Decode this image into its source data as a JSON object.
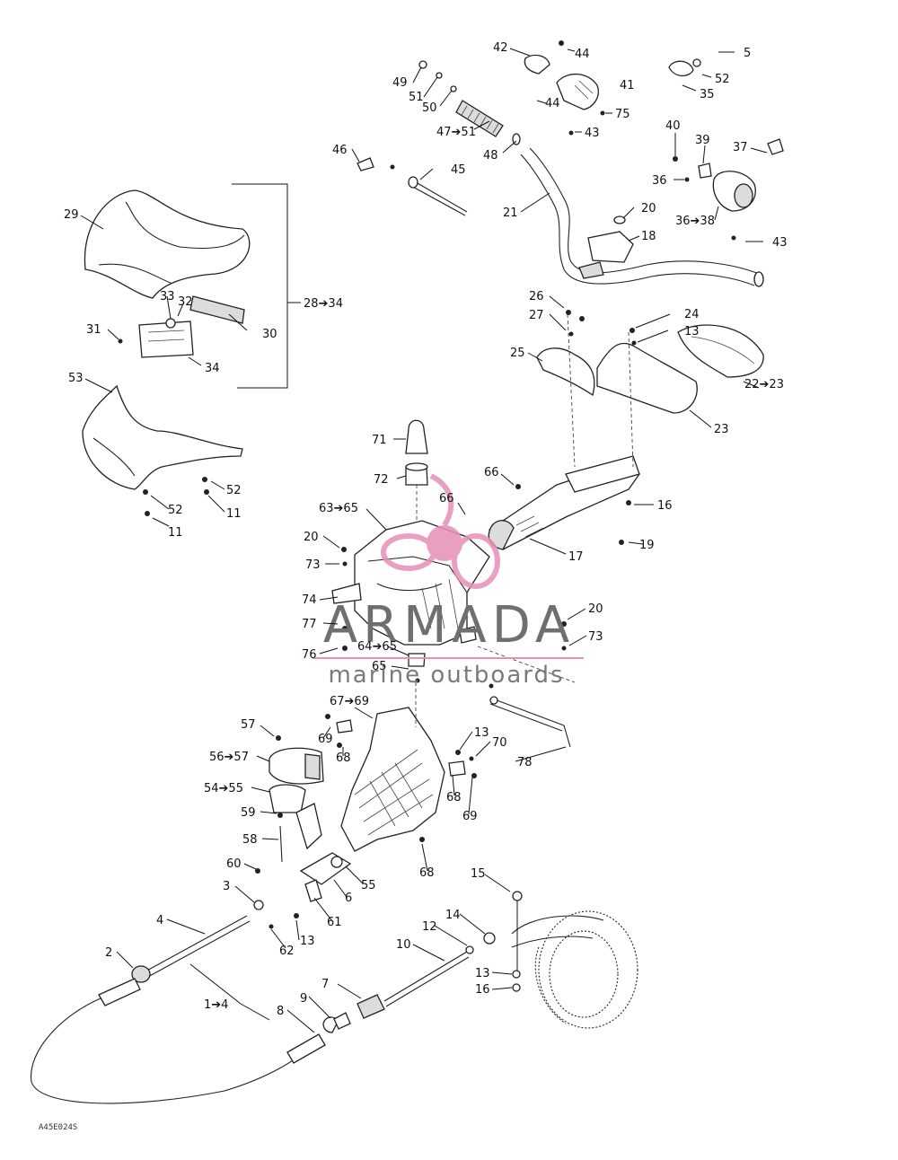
{
  "watermark": {
    "brand": "ARMADA",
    "tagline": "marine outboards",
    "brand_color": "#6f6f6f",
    "accent_color": "#e68fb8"
  },
  "figure_code": "A45E024S",
  "callouts": [
    {
      "id": "l-42",
      "text": "42"
    },
    {
      "id": "l-44a",
      "text": "44"
    },
    {
      "id": "l-5",
      "text": "5"
    },
    {
      "id": "l-49",
      "text": "49"
    },
    {
      "id": "l-41",
      "text": "41"
    },
    {
      "id": "l-52a",
      "text": "52"
    },
    {
      "id": "l-51",
      "text": "51"
    },
    {
      "id": "l-35",
      "text": "35"
    },
    {
      "id": "l-50",
      "text": "50"
    },
    {
      "id": "l-44b",
      "text": "44"
    },
    {
      "id": "l-75",
      "text": "75"
    },
    {
      "id": "l-4751",
      "text": "47➔51"
    },
    {
      "id": "l-43a",
      "text": "43"
    },
    {
      "id": "l-40",
      "text": "40"
    },
    {
      "id": "l-39",
      "text": "39"
    },
    {
      "id": "l-37",
      "text": "37"
    },
    {
      "id": "l-46",
      "text": "46"
    },
    {
      "id": "l-48",
      "text": "48"
    },
    {
      "id": "l-45",
      "text": "45"
    },
    {
      "id": "l-36",
      "text": "36"
    },
    {
      "id": "l-21",
      "text": "21"
    },
    {
      "id": "l-20a",
      "text": "20"
    },
    {
      "id": "l-3638",
      "text": "36➔38"
    },
    {
      "id": "l-29",
      "text": "29"
    },
    {
      "id": "l-18",
      "text": "18"
    },
    {
      "id": "l-43b",
      "text": "43"
    },
    {
      "id": "l-2834",
      "text": "28➔34"
    },
    {
      "id": "l-33",
      "text": "33"
    },
    {
      "id": "l-32",
      "text": "32"
    },
    {
      "id": "l-26",
      "text": "26"
    },
    {
      "id": "l-24",
      "text": "24"
    },
    {
      "id": "l-27",
      "text": "27"
    },
    {
      "id": "l-31",
      "text": "31"
    },
    {
      "id": "l-30",
      "text": "30"
    },
    {
      "id": "l-13a",
      "text": "13"
    },
    {
      "id": "l-25",
      "text": "25"
    },
    {
      "id": "l-34",
      "text": "34"
    },
    {
      "id": "l-53",
      "text": "53"
    },
    {
      "id": "l-2223",
      "text": "22➔23"
    },
    {
      "id": "l-23",
      "text": "23"
    },
    {
      "id": "l-71",
      "text": "71"
    },
    {
      "id": "l-52b",
      "text": "52"
    },
    {
      "id": "l-11a",
      "text": "11"
    },
    {
      "id": "l-52c",
      "text": "52"
    },
    {
      "id": "l-11b",
      "text": "11"
    },
    {
      "id": "l-72",
      "text": "72"
    },
    {
      "id": "l-66a",
      "text": "66"
    },
    {
      "id": "l-66b",
      "text": "66"
    },
    {
      "id": "l-16a",
      "text": "16"
    },
    {
      "id": "l-6365",
      "text": "63➔65"
    },
    {
      "id": "l-20b",
      "text": "20"
    },
    {
      "id": "l-19",
      "text": "19"
    },
    {
      "id": "l-17",
      "text": "17"
    },
    {
      "id": "l-73a",
      "text": "73"
    },
    {
      "id": "l-74",
      "text": "74"
    },
    {
      "id": "l-20c",
      "text": "20"
    },
    {
      "id": "l-77",
      "text": "77"
    },
    {
      "id": "l-73b",
      "text": "73"
    },
    {
      "id": "l-76",
      "text": "76"
    },
    {
      "id": "l-6465",
      "text": "64➔65"
    },
    {
      "id": "l-65",
      "text": "65"
    },
    {
      "id": "l-6769",
      "text": "67➔69"
    },
    {
      "id": "l-57",
      "text": "57"
    },
    {
      "id": "l-69a",
      "text": "69"
    },
    {
      "id": "l-13b",
      "text": "13"
    },
    {
      "id": "l-70",
      "text": "70"
    },
    {
      "id": "l-68a",
      "text": "68"
    },
    {
      "id": "l-5657",
      "text": "56➔57"
    },
    {
      "id": "l-78",
      "text": "78"
    },
    {
      "id": "l-5455",
      "text": "54➔55"
    },
    {
      "id": "l-68b",
      "text": "68"
    },
    {
      "id": "l-59",
      "text": "59"
    },
    {
      "id": "l-69b",
      "text": "69"
    },
    {
      "id": "l-58",
      "text": "58"
    },
    {
      "id": "l-68c",
      "text": "68"
    },
    {
      "id": "l-60",
      "text": "60"
    },
    {
      "id": "l-55",
      "text": "55"
    },
    {
      "id": "l-6",
      "text": "6"
    },
    {
      "id": "l-3",
      "text": "3"
    },
    {
      "id": "l-15",
      "text": "15"
    },
    {
      "id": "l-61",
      "text": "61"
    },
    {
      "id": "l-4",
      "text": "4"
    },
    {
      "id": "l-14",
      "text": "14"
    },
    {
      "id": "l-13c",
      "text": "13"
    },
    {
      "id": "l-12",
      "text": "12"
    },
    {
      "id": "l-62",
      "text": "62"
    },
    {
      "id": "l-10",
      "text": "10"
    },
    {
      "id": "l-2",
      "text": "2"
    },
    {
      "id": "l-13d",
      "text": "13"
    },
    {
      "id": "l-7",
      "text": "7"
    },
    {
      "id": "l-16b",
      "text": "16"
    },
    {
      "id": "l-14b",
      "text": "1➔4"
    },
    {
      "id": "l-9",
      "text": "9"
    },
    {
      "id": "l-8",
      "text": "8"
    }
  ]
}
